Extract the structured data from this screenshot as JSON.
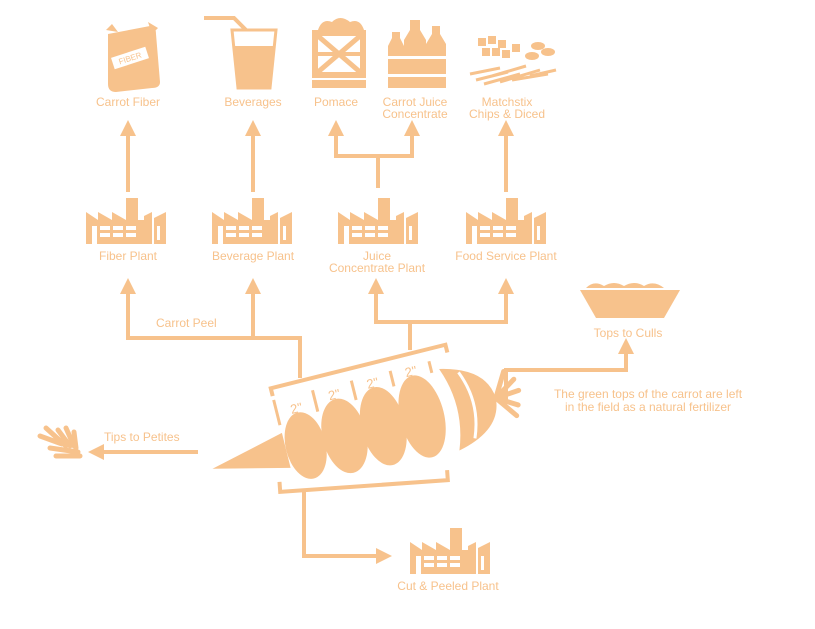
{
  "colors": {
    "accent": "#f7c28c",
    "background": "#ffffff"
  },
  "products": {
    "fiber": "Carrot Fiber",
    "fiber_bag_text": "FIBER",
    "beverages": "Beverages",
    "pomace": "Pomace",
    "juice_line1": "Carrot Juice",
    "juice_line2": "Concentrate",
    "matchstix_line1": "Matchstix",
    "matchstix_line2": "Chips & Diced"
  },
  "plants": {
    "fiber": "Fiber Plant",
    "beverage": "Beverage Plant",
    "juice_line1": "Juice",
    "juice_line2": "Concentrate Plant",
    "food_service": "Food Service Plant",
    "cut_peeled": "Cut & Peeled Plant"
  },
  "flows": {
    "carrot_peel": "Carrot Peel",
    "tops_to_culls": "Tops to Culls",
    "tips_to_petites": "Tips to Petites",
    "tops_note_line1": "The green tops of the carrot are left",
    "tops_note_line2": "in the field as a natural fertilizer"
  },
  "segments": {
    "seg1": "2\"",
    "seg2": "2\"",
    "seg3": "2\"",
    "seg4": "2\""
  },
  "icons": {
    "factory": "factory-icon",
    "bag": "fiber-bag-icon",
    "glass": "beverage-glass-icon",
    "crate": "pomace-crate-icon",
    "bottles": "juice-bottles-icon",
    "chips": "matchstix-chips-icon",
    "bin": "culls-bin-icon",
    "tips": "petite-tips-icon",
    "carrot": "carrot-icon"
  }
}
